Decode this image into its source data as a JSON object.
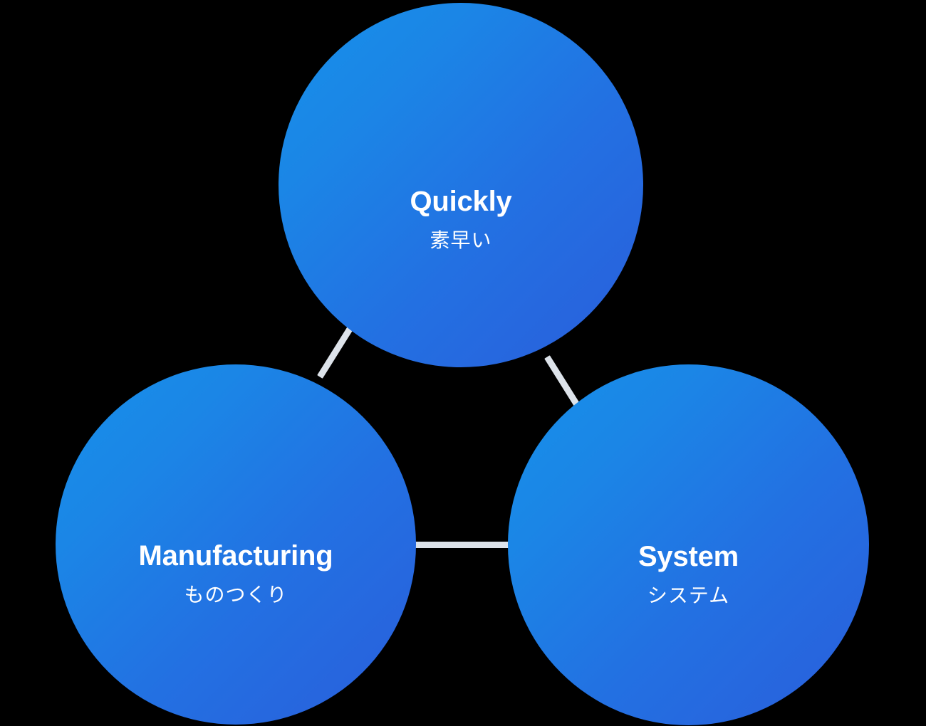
{
  "diagram": {
    "type": "venn-triad",
    "background_color": "#000000",
    "connector_color": "#dde3ea",
    "node_gradient_from": "#1690ea",
    "node_gradient_to": "#2a5edb",
    "text_color": "#ffffff",
    "nodes": [
      {
        "id": "quickly",
        "title": "Quickly",
        "subtitle": "素早い",
        "position": "top"
      },
      {
        "id": "manufacturing",
        "title": "Manufacturing",
        "subtitle": "ものつくり",
        "position": "bottom-left"
      },
      {
        "id": "system",
        "title": "System",
        "subtitle": "システム",
        "position": "bottom-right"
      }
    ],
    "connectors": [
      {
        "id": "top-left",
        "from": "quickly",
        "to": "manufacturing"
      },
      {
        "id": "top-right",
        "from": "quickly",
        "to": "system"
      },
      {
        "id": "bottom",
        "from": "manufacturing",
        "to": "system"
      }
    ]
  }
}
